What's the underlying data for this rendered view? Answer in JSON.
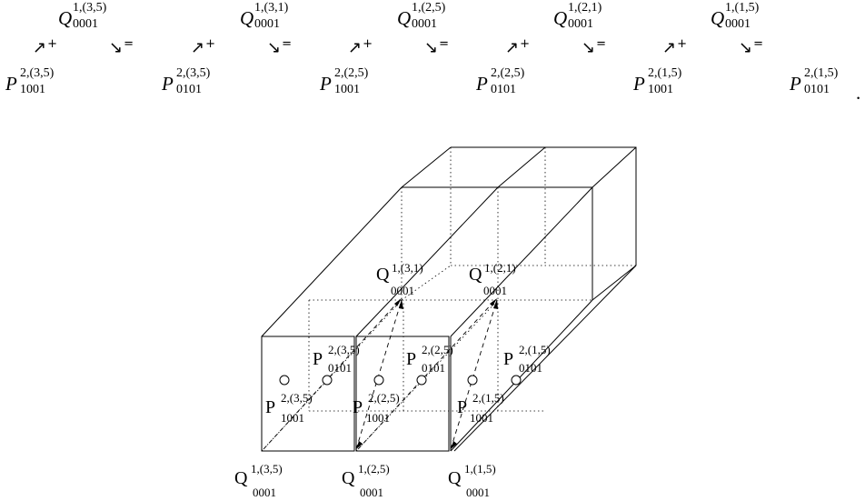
{
  "sequence": {
    "q_top": [
      {
        "letter": "Q",
        "sup": "1,(3,5)",
        "sub": "0001"
      },
      {
        "letter": "Q",
        "sup": "1,(3,1)",
        "sub": "0001"
      },
      {
        "letter": "Q",
        "sup": "1,(2,5)",
        "sub": "0001"
      },
      {
        "letter": "Q",
        "sup": "1,(2,1)",
        "sub": "0001"
      },
      {
        "letter": "Q",
        "sup": "1,(1,5)",
        "sub": "0001"
      }
    ],
    "p_bottom": [
      {
        "letter": "P",
        "sup": "2,(3,5)",
        "sub": "1001"
      },
      {
        "letter": "P",
        "sup": "2,(3,5)",
        "sub": "0101"
      },
      {
        "letter": "P",
        "sup": "2,(2,5)",
        "sub": "1001"
      },
      {
        "letter": "P",
        "sup": "2,(2,5)",
        "sub": "0101"
      },
      {
        "letter": "P",
        "sup": "2,(1,5)",
        "sub": "1001"
      },
      {
        "letter": "P",
        "sup": "2,(1,5)",
        "sub": "0101"
      }
    ],
    "up_arrow": {
      "glyph": "↗",
      "sign": "+"
    },
    "down_arrow": {
      "glyph": "↘",
      "sign": "="
    },
    "end_punct": "."
  },
  "figure": {
    "inner_labels": [
      {
        "letter": "Q",
        "sup": "1,(3,1)",
        "sub": "0001"
      },
      {
        "letter": "Q",
        "sup": "1,(2,1)",
        "sub": "0001"
      },
      {
        "letter": "P",
        "sup": "2,(3,5)",
        "sub": "0101"
      },
      {
        "letter": "P",
        "sup": "2,(2,5)",
        "sub": "0101"
      },
      {
        "letter": "P",
        "sup": "2,(1,5)",
        "sub": "0101"
      },
      {
        "letter": "P",
        "sup": "2,(3,5)",
        "sub": "1001"
      },
      {
        "letter": "P",
        "sup": "2,(2,5)",
        "sub": "1001"
      },
      {
        "letter": "P",
        "sup": "2,(1,5)",
        "sub": "1001"
      }
    ],
    "bottom_labels": [
      {
        "letter": "Q",
        "sup": "1,(3,5)",
        "sub": "0001"
      },
      {
        "letter": "Q",
        "sup": "1,(2,5)",
        "sub": "0001"
      },
      {
        "letter": "Q",
        "sup": "1,(1,5)",
        "sub": "0001"
      }
    ]
  }
}
